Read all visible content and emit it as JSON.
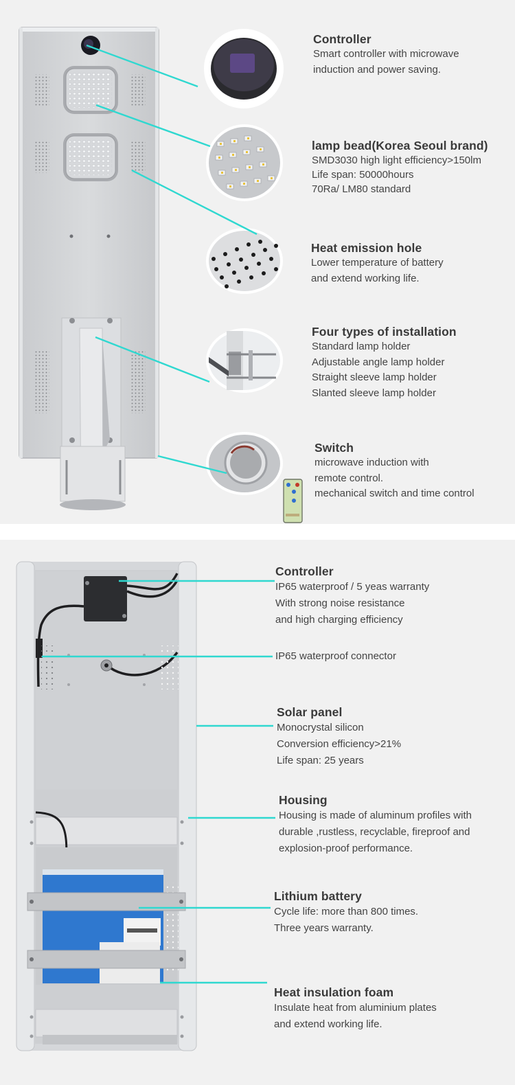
{
  "colors": {
    "background": "#f1f1f1",
    "divider": "#ffffff",
    "leader_line": "#2fd8d0",
    "title_text": "#3a3a3a",
    "body_text": "#444444"
  },
  "front_view": {
    "callouts": [
      {
        "title": "Controller",
        "lines": [
          "Smart controller with microwave",
          "induction and power saving."
        ],
        "thumbnail_icon": "controller-sensor-icon"
      },
      {
        "title": "lamp bead(Korea Seoul brand)",
        "lines": [
          "SMD3030 high light efficiency>150lm",
          "Life span: 50000hours",
          "70Ra/ LM80 standard"
        ],
        "thumbnail_icon": "led-beads-icon"
      },
      {
        "title": "Heat emission hole",
        "lines": [
          "Lower temperature of battery",
          "and extend working life."
        ],
        "thumbnail_icon": "vent-holes-icon"
      },
      {
        "title": "Four types of installation",
        "lines": [
          "Standard lamp holder",
          "Adjustable angle lamp holder",
          "Straight sleeve lamp holder",
          "Slanted sleeve lamp holder"
        ],
        "thumbnail_icon": "pole-bracket-icon"
      },
      {
        "title": "Switch",
        "lines": [
          "microwave induction with",
          "remote control.",
          "mechanical switch and time control"
        ],
        "thumbnail_icon": "push-switch-icon",
        "extra_icon": "remote-control-icon"
      }
    ]
  },
  "back_view": {
    "callouts": [
      {
        "title": "Controller",
        "lines": [
          "IP65 waterproof / 5 yeas warranty",
          "With strong noise resistance",
          "and high charging efficiency"
        ]
      },
      {
        "title": "",
        "lines": [
          "IP65 waterproof connector"
        ]
      },
      {
        "title": "Solar panel",
        "lines": [
          "Monocrystal silicon",
          "Conversion efficiency>21%",
          "Life span: 25 years"
        ]
      },
      {
        "title": "Housing",
        "lines": [
          "Housing is made of aluminum profiles with",
          "durable ,rustless, recyclable, fireproof and",
          "explosion-proof performance."
        ]
      },
      {
        "title": "Lithium battery",
        "lines": [
          "Cycle life: more than 800 times.",
          "Three years warranty."
        ]
      },
      {
        "title": "Heat insulation foam",
        "lines": [
          "Insulate heat from aluminium plates",
          "and extend working life."
        ]
      }
    ]
  }
}
